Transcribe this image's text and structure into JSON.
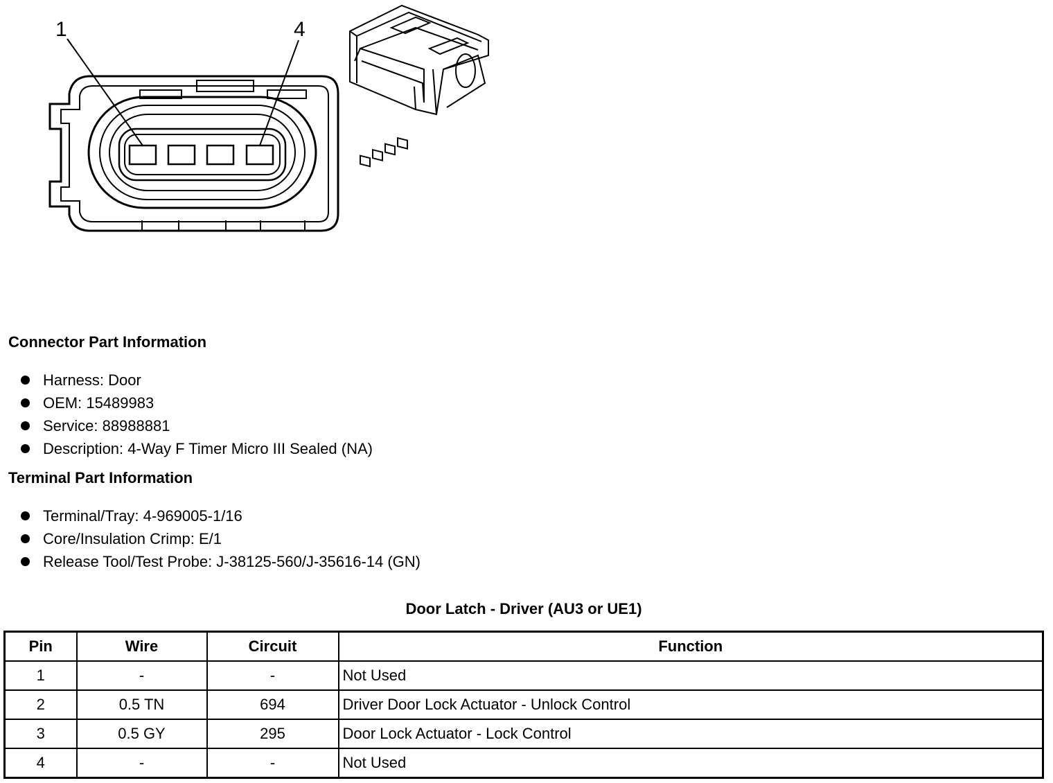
{
  "diagram": {
    "callouts": [
      "1",
      "4"
    ]
  },
  "connector_info": {
    "heading": "Connector Part Information",
    "items": [
      "Harness: Door",
      "OEM: 15489983",
      "Service: 88988881",
      "Description: 4-Way F Timer Micro III Sealed (NA)"
    ]
  },
  "terminal_info": {
    "heading": "Terminal Part Information",
    "items": [
      "Terminal/Tray: 4-969005-1/16",
      "Core/Insulation Crimp: E/1",
      "Release Tool/Test Probe: J-38125-560/J-35616-14 (GN)"
    ]
  },
  "table": {
    "title": "Door Latch - Driver (AU3 or UE1)",
    "headers": [
      "Pin",
      "Wire",
      "Circuit",
      "Function"
    ],
    "rows": [
      [
        "1",
        "-",
        "-",
        "Not Used"
      ],
      [
        "2",
        "0.5 TN",
        "694",
        "Driver Door Lock Actuator - Unlock Control"
      ],
      [
        "3",
        "0.5 GY",
        "295",
        "Door Lock Actuator - Lock Control"
      ],
      [
        "4",
        "-",
        "-",
        "Not Used"
      ]
    ]
  }
}
